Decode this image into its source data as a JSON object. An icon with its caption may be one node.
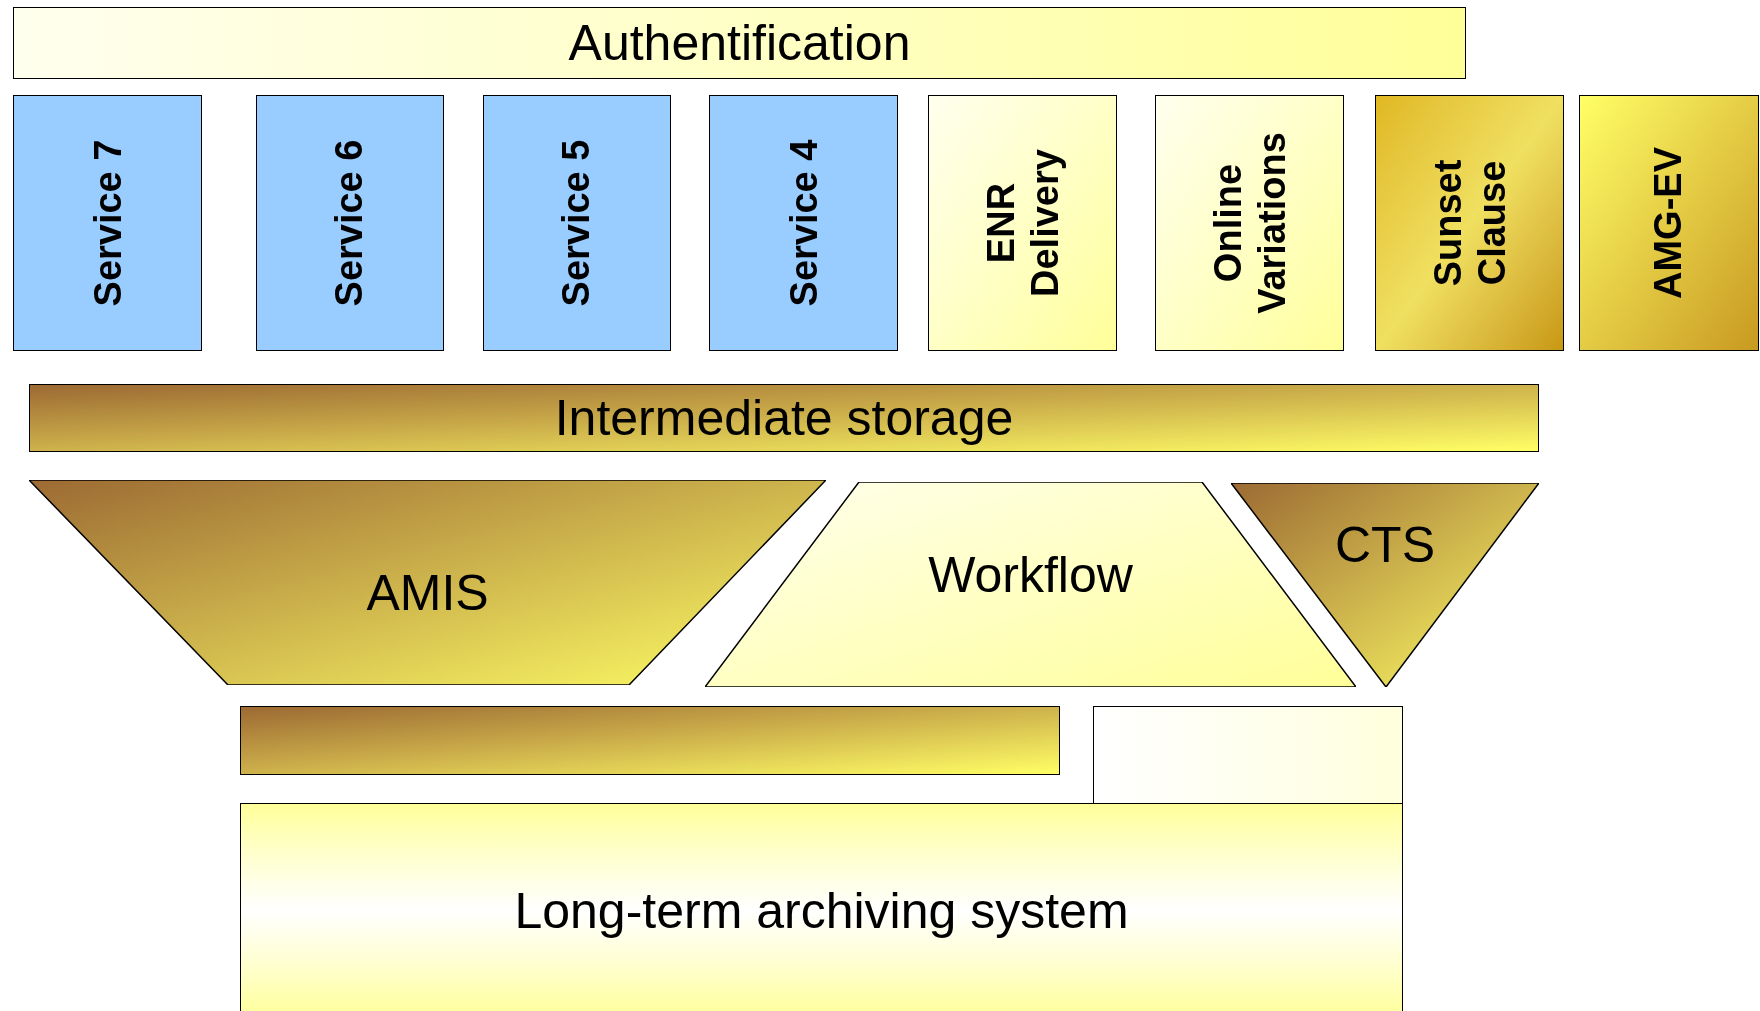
{
  "diagram": {
    "nodes": [
      {
        "text": [
          "Authentification"
        ]
      },
      {
        "text": [
          "Service 7"
        ]
      },
      {
        "text": [
          "Service 6"
        ]
      },
      {
        "text": [
          "Service 5"
        ]
      },
      {
        "text": [
          "Service 4"
        ]
      },
      {
        "text": [
          "ENR Delivery"
        ]
      },
      {
        "text": [
          "Online Variations"
        ]
      },
      {
        "text": [
          "Sunset Clause"
        ]
      },
      {
        "text": [
          "AMG-EV"
        ]
      },
      {
        "text": [
          "Intermediate storage"
        ]
      },
      {
        "text": [
          "AMIS"
        ]
      },
      {
        "text": [
          "Workflow"
        ]
      },
      {
        "text": [
          "CTS"
        ]
      },
      {
        "text": [],
        "shape": "box"
      },
      {
        "text": [],
        "shape": "box"
      },
      {
        "text": [
          "Long-term archiving system"
        ]
      }
    ]
  }
}
